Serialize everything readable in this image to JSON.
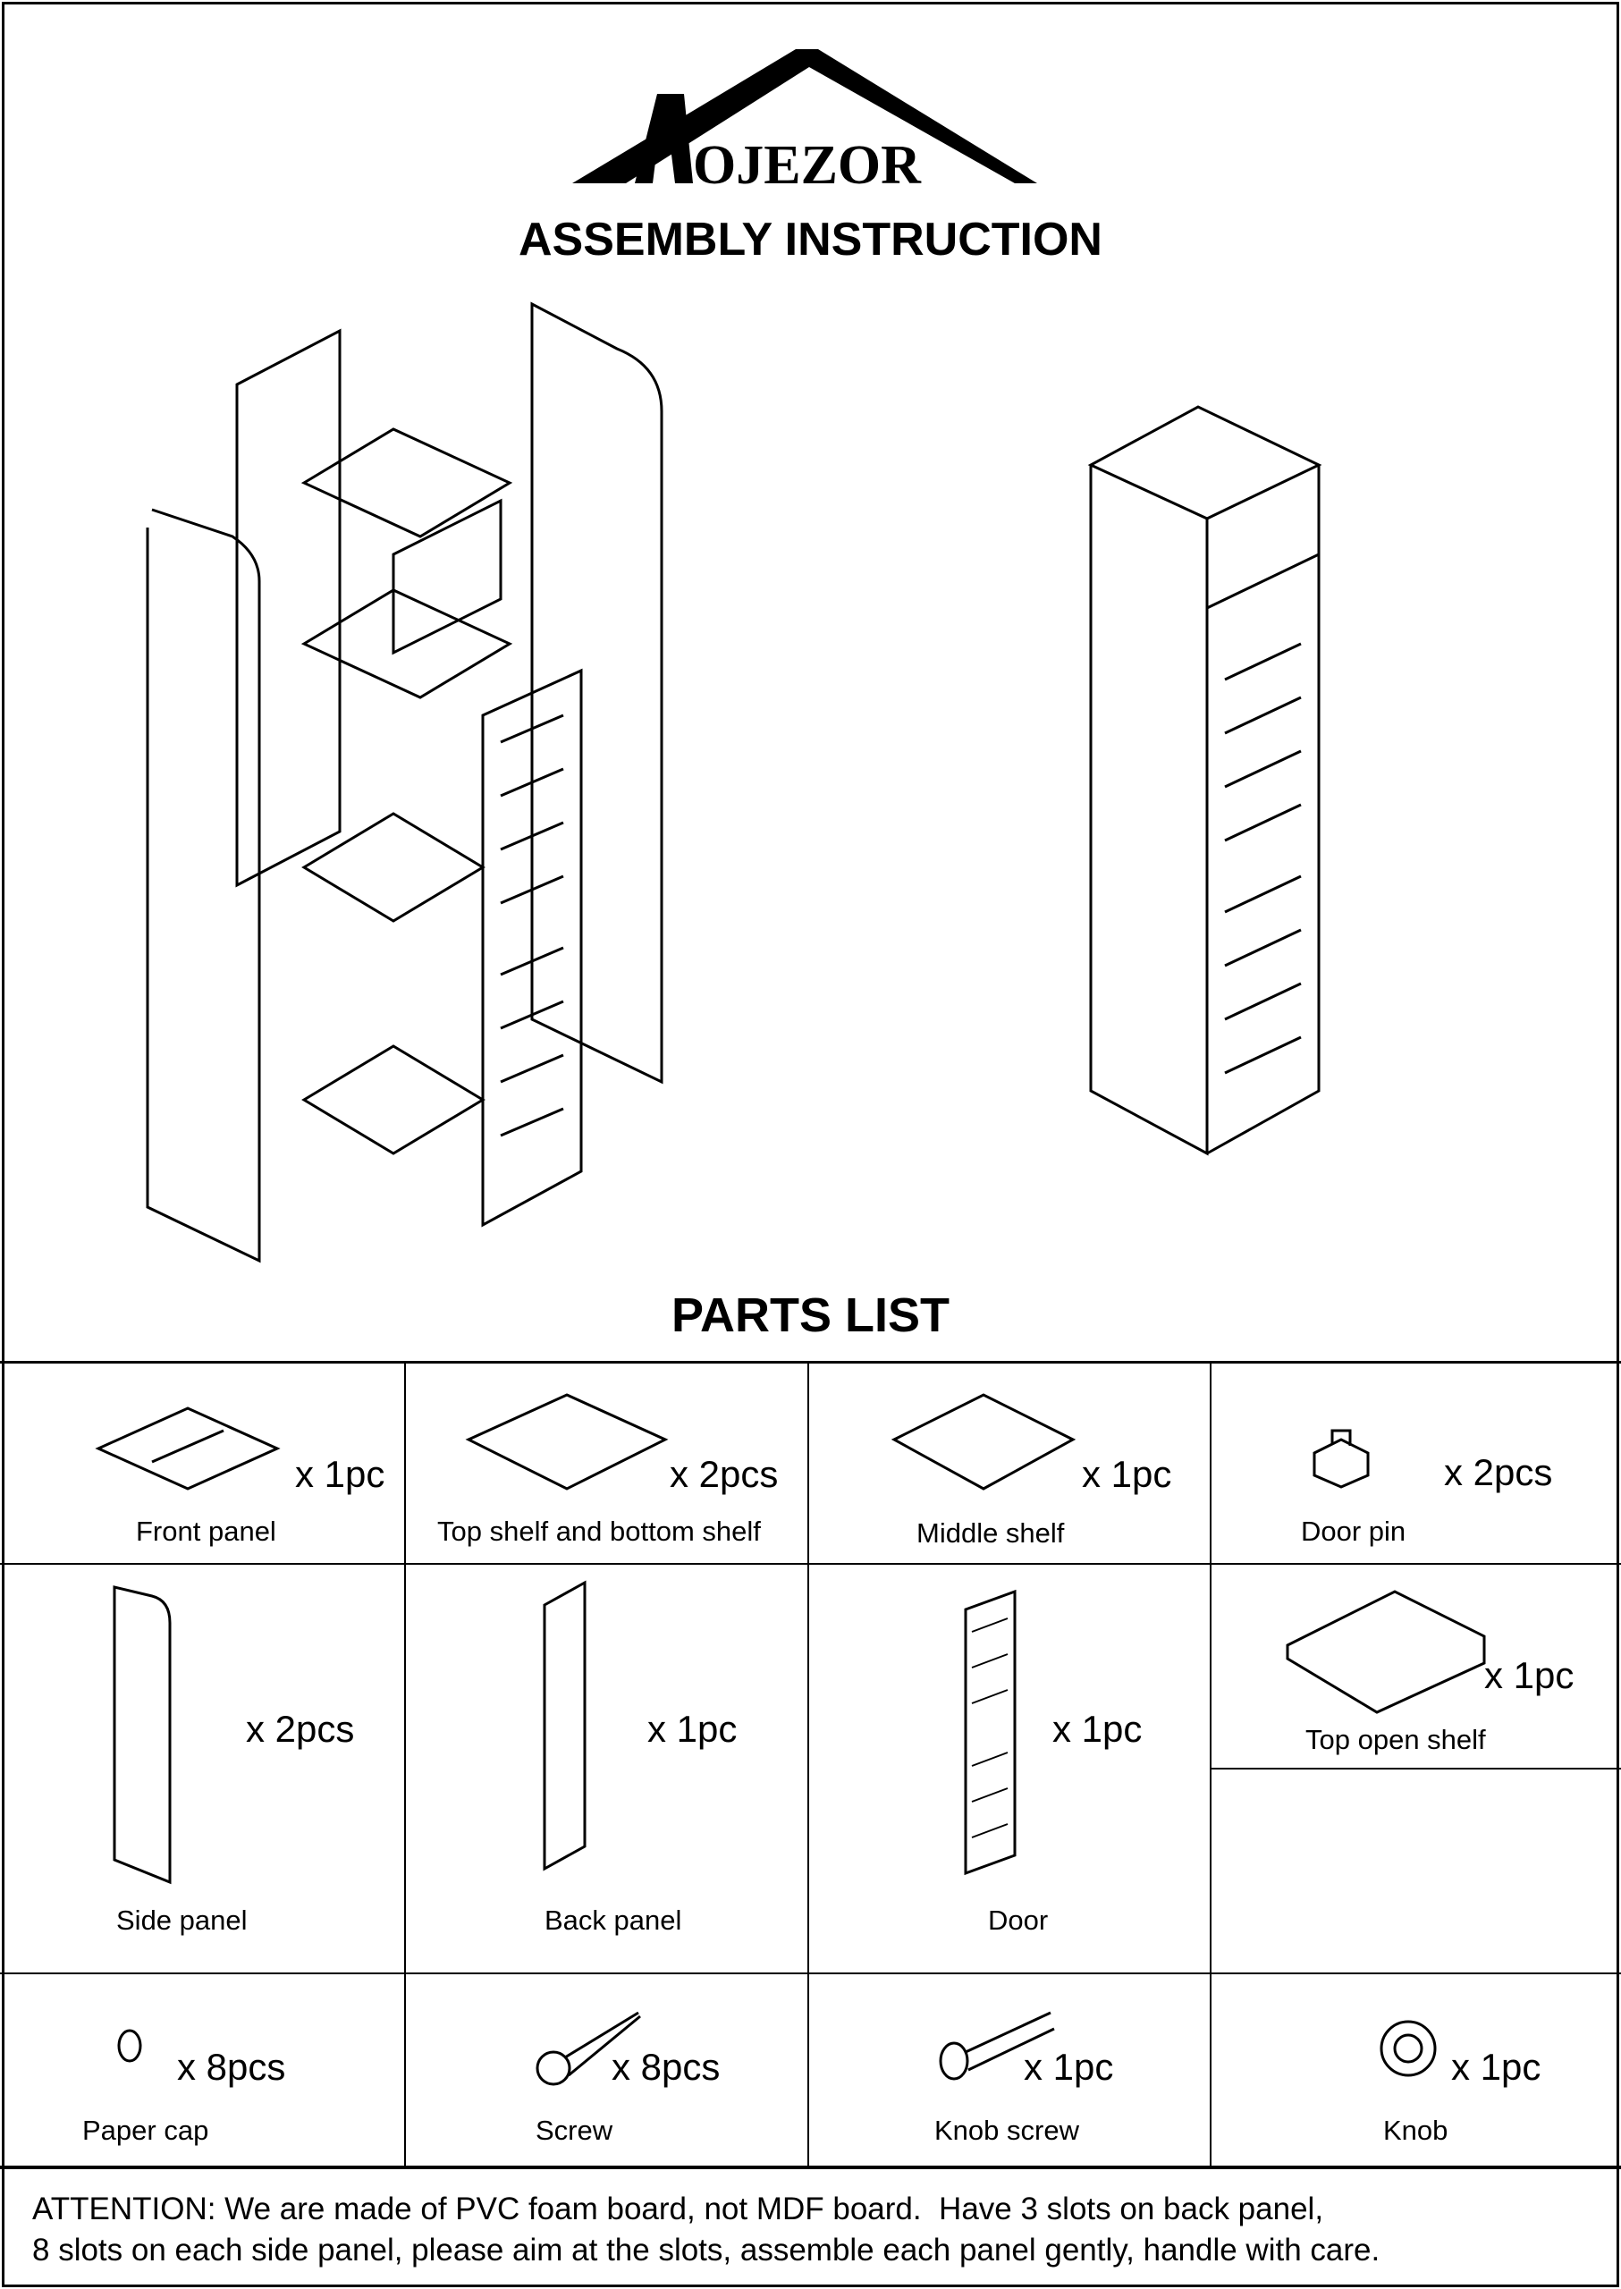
{
  "brand": {
    "logo_text": "AOJEZOR"
  },
  "header": {
    "title": "ASSEMBLY INSTRUCTION"
  },
  "parts_list": {
    "title": "PARTS LIST",
    "items": [
      {
        "name": "Front panel",
        "qty": "x 1pc",
        "icon": "front-panel-icon"
      },
      {
        "name": "Top shelf and bottom shelf",
        "qty": "x 2pcs",
        "icon": "shelf-icon"
      },
      {
        "name": "Middle shelf",
        "qty": "x 1pc",
        "icon": "middle-shelf-icon"
      },
      {
        "name": "Door pin",
        "qty": "x 2pcs",
        "icon": "door-pin-icon"
      },
      {
        "name": "Side panel",
        "qty": "x 2pcs",
        "icon": "side-panel-icon"
      },
      {
        "name": "Back panel",
        "qty": "x 1pc",
        "icon": "back-panel-icon"
      },
      {
        "name": "Door",
        "qty": "x 1pc",
        "icon": "door-icon"
      },
      {
        "name": "Top open shelf",
        "qty": "x 1pc",
        "icon": "open-shelf-icon"
      },
      {
        "name": "Paper cap",
        "qty": "x 8pcs",
        "icon": "paper-cap-icon"
      },
      {
        "name": "Screw",
        "qty": "x 8pcs",
        "icon": "screw-icon"
      },
      {
        "name": "Knob screw",
        "qty": "x 1pc",
        "icon": "knob-screw-icon"
      },
      {
        "name": "Knob",
        "qty": "x 1pc",
        "icon": "knob-icon"
      }
    ]
  },
  "attention": {
    "line1": "ATTENTION: We are made of PVC foam board, not MDF board.  Have 3 slots on back panel,",
    "line2": "8 slots on each side panel, please aim at the slots, assemble each panel gently, handle with care."
  }
}
